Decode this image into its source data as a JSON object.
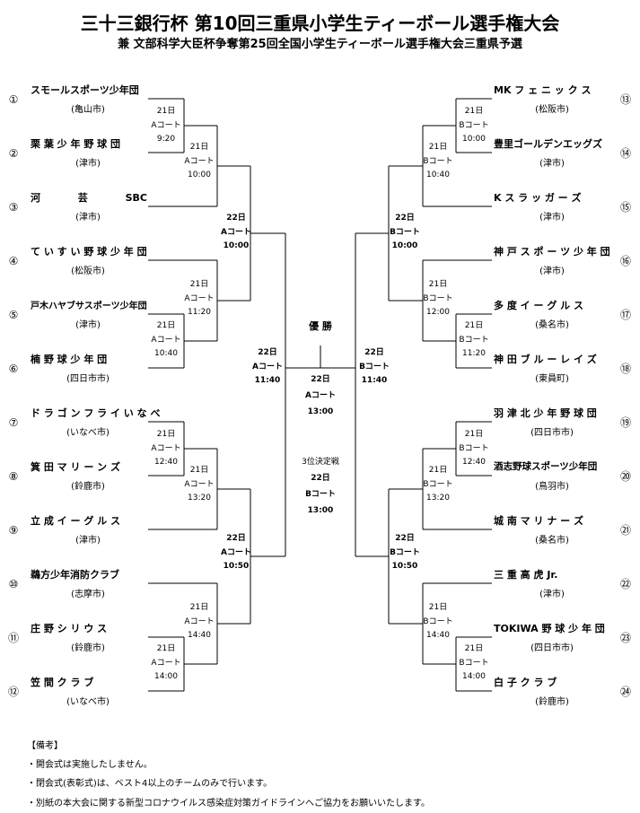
{
  "header": {
    "title": "三十三銀行杯 第10回三重県小学生ティーボール選手権大会",
    "subtitle": "兼 文部科学大臣杯争奪第25回全国小学生ティーボール選手権大会三重県予選"
  },
  "left_teams": [
    {
      "seed": "①",
      "name": "スモールスポーツ少年団",
      "city": "(亀山市)"
    },
    {
      "seed": "②",
      "name": "栗 葉 少 年 野 球 団",
      "city": "(津市)"
    },
    {
      "seed": "③",
      "name": "河 芸 SBC",
      "city": "(津市)"
    },
    {
      "seed": "④",
      "name": "て い す い 野 球 少 年 団",
      "city": "(松阪市)"
    },
    {
      "seed": "⑤",
      "name": "戸木ハヤブサスポーツ少年団",
      "city": "(津市)"
    },
    {
      "seed": "⑥",
      "name": "楠 野 球 少 年 団",
      "city": "(四日市市)"
    },
    {
      "seed": "⑦",
      "name": "ド ラ ゴ ン フ ラ イ い な べ",
      "city": "(いなべ市)"
    },
    {
      "seed": "⑧",
      "name": "箕 田 マ リ ー ン ズ",
      "city": "(鈴鹿市)"
    },
    {
      "seed": "⑨",
      "name": "立 成 イ ー グ ル ス",
      "city": "(津市)"
    },
    {
      "seed": "⑩",
      "name": "鵜方少年消防クラブ",
      "city": "(志摩市)"
    },
    {
      "seed": "⑪",
      "name": "庄 野 シ リ ウ ス",
      "city": "(鈴鹿市)"
    },
    {
      "seed": "⑫",
      "name": "笠 間 ク ラ ブ",
      "city": "(いなべ市)"
    }
  ],
  "right_teams": [
    {
      "seed": "⑬",
      "name": "MK フ ェ ニ ッ ク ス",
      "city": "(松阪市)"
    },
    {
      "seed": "⑭",
      "name": "豊里ゴールデンエッグズ",
      "city": "(津市)"
    },
    {
      "seed": "⑮",
      "name": "K ス ラ ッ ガ ー ズ",
      "city": "(津市)"
    },
    {
      "seed": "⑯",
      "name": "神 戸 ス ポ ー ツ 少 年 団",
      "city": "(津市)"
    },
    {
      "seed": "⑰",
      "name": "多 度 イ ー グ ル ス",
      "city": "(桑名市)"
    },
    {
      "seed": "⑱",
      "name": "神 田 ブ ル ー レ イ ズ",
      "city": "(東員町)"
    },
    {
      "seed": "⑲",
      "name": "羽 津 北 少 年 野 球 団",
      "city": "(四日市市)"
    },
    {
      "seed": "⑳",
      "name": "酒志野球スポーツ少年団",
      "city": "(鳥羽市)"
    },
    {
      "seed": "㉑",
      "name": "城 南 マ リ ナ ー ズ",
      "city": "(桑名市)"
    },
    {
      "seed": "㉒",
      "name": "三 重 高 虎 Jr.",
      "city": "(津市)"
    },
    {
      "seed": "㉓",
      "name": "TOKIWA 野 球 少 年 団",
      "city": "(四日市市)"
    },
    {
      "seed": "㉔",
      "name": "白 子 ク ラ ブ",
      "city": "(鈴鹿市)"
    }
  ],
  "matches": {
    "l1": {
      "day": "21日",
      "court": "Aコート",
      "time": "9:20"
    },
    "l2": {
      "day": "21日",
      "court": "Aコート",
      "time": "10:00"
    },
    "l3": {
      "day": "21日",
      "court": "Aコート",
      "time": "11:20"
    },
    "l4": {
      "day": "21日",
      "court": "Aコート",
      "time": "10:40"
    },
    "l5": {
      "day": "21日",
      "court": "Aコート",
      "time": "12:40"
    },
    "l6": {
      "day": "21日",
      "court": "Aコート",
      "time": "13:20"
    },
    "l7": {
      "day": "21日",
      "court": "Aコート",
      "time": "14:40"
    },
    "l8": {
      "day": "21日",
      "court": "Aコート",
      "time": "14:00"
    },
    "lq1": {
      "day": "22日",
      "court": "Aコート",
      "time": "10:00"
    },
    "lq2": {
      "day": "22日",
      "court": "Aコート",
      "time": "10:50"
    },
    "ls": {
      "day": "22日",
      "court": "Aコート",
      "time": "11:40"
    },
    "r1": {
      "day": "21日",
      "court": "Bコート",
      "time": "10:00"
    },
    "r2": {
      "day": "21日",
      "court": "Bコート",
      "time": "10:40"
    },
    "r3": {
      "day": "21日",
      "court": "Bコート",
      "time": "12:00"
    },
    "r4": {
      "day": "21日",
      "court": "Bコート",
      "time": "11:20"
    },
    "r5": {
      "day": "21日",
      "court": "Bコート",
      "time": "12:40"
    },
    "r6": {
      "day": "21日",
      "court": "Bコート",
      "time": "13:20"
    },
    "r7": {
      "day": "21日",
      "court": "Bコート",
      "time": "14:40"
    },
    "r8": {
      "day": "21日",
      "court": "Bコート",
      "time": "14:00"
    },
    "rq1": {
      "day": "22日",
      "court": "Bコート",
      "time": "10:00"
    },
    "rq2": {
      "day": "22日",
      "court": "Bコート",
      "time": "10:50"
    },
    "rs": {
      "day": "22日",
      "court": "Bコート",
      "time": "11:40"
    }
  },
  "final": {
    "label": "優 勝",
    "day": "22日",
    "court": "Aコート",
    "time": "13:00"
  },
  "third_place": {
    "label": "3位決定戦",
    "day": "22日",
    "court": "Bコート",
    "time": "13:00"
  },
  "notes": {
    "title": "【備考】",
    "items": [
      "・開会式は実施したしません。",
      "・閉会式(表彰式)は、ベスト4以上のチームのみで行います。",
      "・別紙の本大会に関する新型コロナウイルス感染症対策ガイドラインへご協力をお願いいたします。"
    ]
  }
}
